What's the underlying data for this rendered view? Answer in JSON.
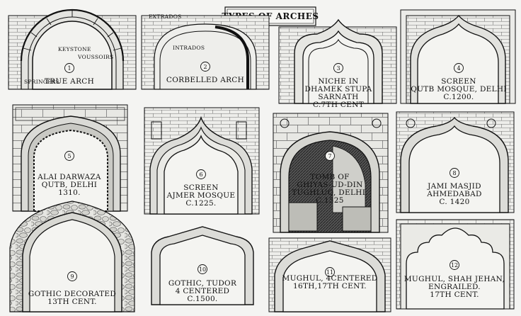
{
  "title": "TYPES OF ARCHES",
  "annotations": {
    "extrados": "EXTRADOS",
    "intrados": "INTRADOS",
    "keystone": "KEYSTONE",
    "voussoirs": "VOUSSOIRS",
    "springers": "SPRINGERS"
  },
  "arches": [
    {
      "number": "1",
      "lines": [
        "TRUE ARCH"
      ]
    },
    {
      "number": "2",
      "lines": [
        "CORBELLED ARCH"
      ]
    },
    {
      "number": "3",
      "lines": [
        "NICHE IN",
        "DHAMEK STUPA",
        "SARNATH",
        "C.7TH CENT"
      ]
    },
    {
      "number": "4",
      "lines": [
        "SCREEN",
        "QUTB MOSQUE, DELHI",
        "C.1200."
      ]
    },
    {
      "number": "5",
      "lines": [
        "ALAI DARWAZA",
        "QUTB, DELHI",
        "1310."
      ]
    },
    {
      "number": "6",
      "lines": [
        "SCREEN",
        "AJMER MOSQUE",
        "C.1225."
      ]
    },
    {
      "number": "7",
      "lines": [
        "TOMB OF",
        "GHIYAS-UD-DIN",
        "TUGHLUQ, DELHI.",
        "C.1325"
      ]
    },
    {
      "number": "8",
      "lines": [
        "JAMI MASJID",
        "AHMEDABAD",
        "C. 1420"
      ]
    },
    {
      "number": "9",
      "lines": [
        "GOTHIC DECORATED",
        "13TH CENT."
      ]
    },
    {
      "number": "10",
      "lines": [
        "GOTHIC, TUDOR",
        "4 CENTERED",
        "C.1500."
      ]
    },
    {
      "number": "11",
      "lines": [
        "MUGHUL, 4CENTERED",
        "16TH,17TH CENT."
      ]
    },
    {
      "number": "12",
      "lines": [
        "MUGHUL, SHAH JEHAN,",
        "ENGRAILED.",
        "17TH CENT."
      ]
    }
  ]
}
